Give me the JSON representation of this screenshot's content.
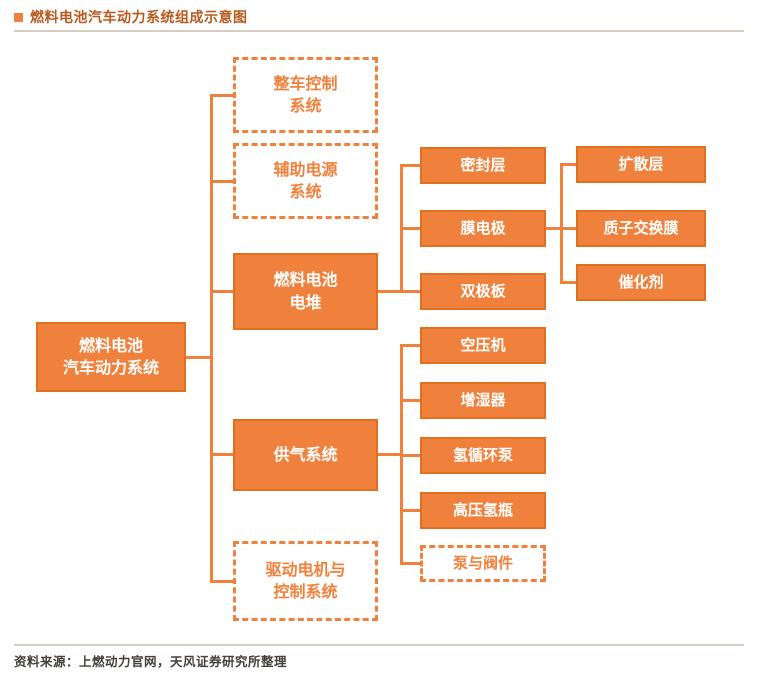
{
  "page": {
    "title": "燃料电池汽车动力系统组成示意图",
    "source": "资料来源：上燃动力官网，天风证券研究所整理"
  },
  "colors": {
    "orange": "#F0813C",
    "orange-border": "#E0701E",
    "title-color": "#B85A1E",
    "source-color": "#46403A",
    "divider": "#D7CEC2"
  },
  "nodes": {
    "root": {
      "label": "燃料电池\n汽车动力系统"
    },
    "level2": [
      {
        "label": "整车控制\n系统",
        "style": "dashed"
      },
      {
        "label": "辅助电源\n系统",
        "style": "dashed"
      },
      {
        "label": "燃料电池\n电堆",
        "style": "solid"
      },
      {
        "label": "供气系统",
        "style": "solid"
      },
      {
        "label": "驱动电机与\n控制系统",
        "style": "dashed"
      }
    ],
    "stack_children": [
      {
        "label": "密封层",
        "style": "solid"
      },
      {
        "label": "膜电极",
        "style": "solid"
      },
      {
        "label": "双极板",
        "style": "solid"
      }
    ],
    "mea_children": [
      {
        "label": "扩散层",
        "style": "solid"
      },
      {
        "label": "质子交换膜",
        "style": "solid"
      },
      {
        "label": "催化剂",
        "style": "solid"
      }
    ],
    "gas_children": [
      {
        "label": "空压机",
        "style": "solid"
      },
      {
        "label": "增湿器",
        "style": "solid"
      },
      {
        "label": "氢循环泵",
        "style": "solid"
      },
      {
        "label": "高压氢瓶",
        "style": "solid"
      },
      {
        "label": "泵与阀件",
        "style": "dashed"
      }
    ]
  }
}
